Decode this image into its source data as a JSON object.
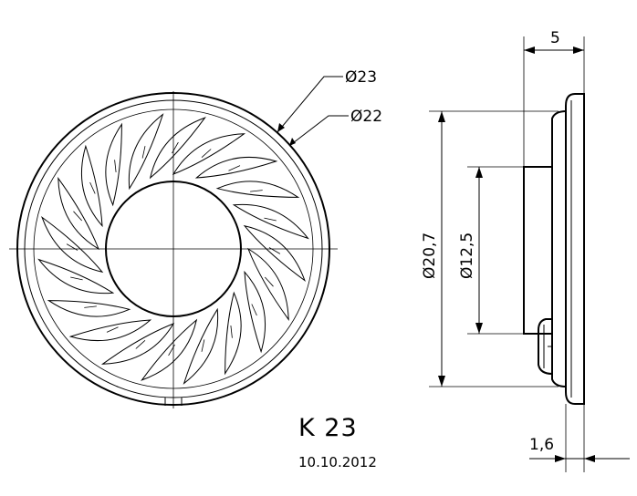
{
  "front_view": {
    "outer_diameter_label": "Ø23",
    "inner_diameter_label": "Ø22"
  },
  "side_view": {
    "depth_label": "5",
    "rim_diameter_label": "Ø20,7",
    "magnet_diameter_label": "Ø12,5",
    "flange_label": "1,6"
  },
  "title_block": {
    "model": "K 23",
    "date": "10.10.2012"
  }
}
